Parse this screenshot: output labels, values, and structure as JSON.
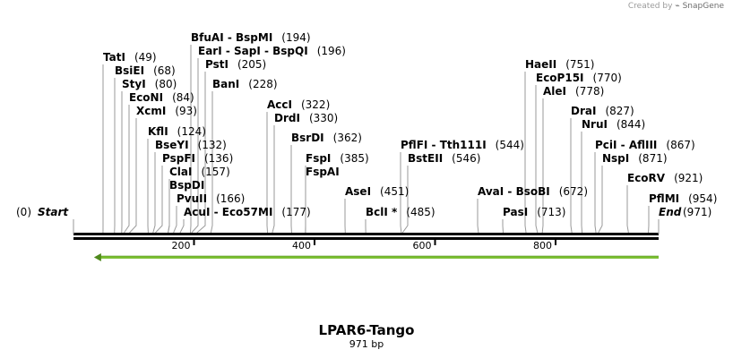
{
  "credit": {
    "created_by": "Created by",
    "brand": "SnapGene"
  },
  "title": "LPAR6-Tango",
  "subtitle": "971 bp",
  "map": {
    "length": 971,
    "start_label": "Start",
    "end_label": "End",
    "start_pos": "(0)",
    "end_pos": "(971)",
    "ticks": [
      200,
      400,
      600,
      800
    ],
    "feature": {
      "name": "arrow",
      "direction": "reverse",
      "start": 34,
      "end": 971,
      "color": "#7bbf33"
    },
    "sites": [
      {
        "name": "TatI",
        "pos": 49,
        "label": "(49)"
      },
      {
        "name": "BsiEI",
        "pos": 68,
        "label": "(68)"
      },
      {
        "name": "StyI",
        "pos": 80,
        "label": "(80)"
      },
      {
        "name": "EcoNI",
        "pos": 84,
        "label": "(84)"
      },
      {
        "name": "XcmI",
        "pos": 93,
        "label": "(93)"
      },
      {
        "name": "KflI",
        "pos": 124,
        "label": "(124)"
      },
      {
        "name": "BseYI",
        "pos": 132,
        "label": "(132)"
      },
      {
        "name": "PspFI",
        "pos": 136,
        "label": "(136)"
      },
      {
        "name": "ClaI",
        "pos": 157,
        "label": "(157)"
      },
      {
        "name": "BspDI",
        "pos": 157,
        "label": ""
      },
      {
        "name": "PvuII",
        "pos": 166,
        "label": "(166)"
      },
      {
        "name": "AcuI  -  Eco57MI",
        "pos": 177,
        "label": "(177)"
      },
      {
        "name": "BfuAI  -  BspMI",
        "pos": 194,
        "label": "(194)"
      },
      {
        "name": "EarI  -  SapI  -  BspQI",
        "pos": 196,
        "label": "(196)"
      },
      {
        "name": "PstI",
        "pos": 205,
        "label": "(205)"
      },
      {
        "name": "BanI",
        "pos": 228,
        "label": "(228)"
      },
      {
        "name": "AccI",
        "pos": 322,
        "label": "(322)"
      },
      {
        "name": "DrdI",
        "pos": 330,
        "label": "(330)"
      },
      {
        "name": "BsrDI",
        "pos": 362,
        "label": "(362)"
      },
      {
        "name": "FspI",
        "pos": 385,
        "label": "(385)"
      },
      {
        "name": "FspAI",
        "pos": 385,
        "label": ""
      },
      {
        "name": "AseI",
        "pos": 451,
        "label": "(451)"
      },
      {
        "name": "BclI *",
        "pos": 485,
        "label": "(485)"
      },
      {
        "name": "PflFI  -  Tth111I",
        "pos": 544,
        "label": "(544)"
      },
      {
        "name": "BstEII",
        "pos": 546,
        "label": "(546)"
      },
      {
        "name": "AvaI  -  BsoBI",
        "pos": 672,
        "label": "(672)"
      },
      {
        "name": "PasI",
        "pos": 713,
        "label": "(713)"
      },
      {
        "name": "HaeII",
        "pos": 751,
        "label": "(751)"
      },
      {
        "name": "EcoP15I",
        "pos": 770,
        "label": "(770)"
      },
      {
        "name": "AleI",
        "pos": 778,
        "label": "(778)"
      },
      {
        "name": "DraI",
        "pos": 827,
        "label": "(827)"
      },
      {
        "name": "NruI",
        "pos": 844,
        "label": "(844)"
      },
      {
        "name": "PciI  -  AflIII",
        "pos": 867,
        "label": "(867)"
      },
      {
        "name": "NspI",
        "pos": 871,
        "label": "(871)"
      },
      {
        "name": "EcoRV",
        "pos": 921,
        "label": "(921)"
      },
      {
        "name": "PflMI",
        "pos": 954,
        "label": "(954)"
      }
    ]
  }
}
